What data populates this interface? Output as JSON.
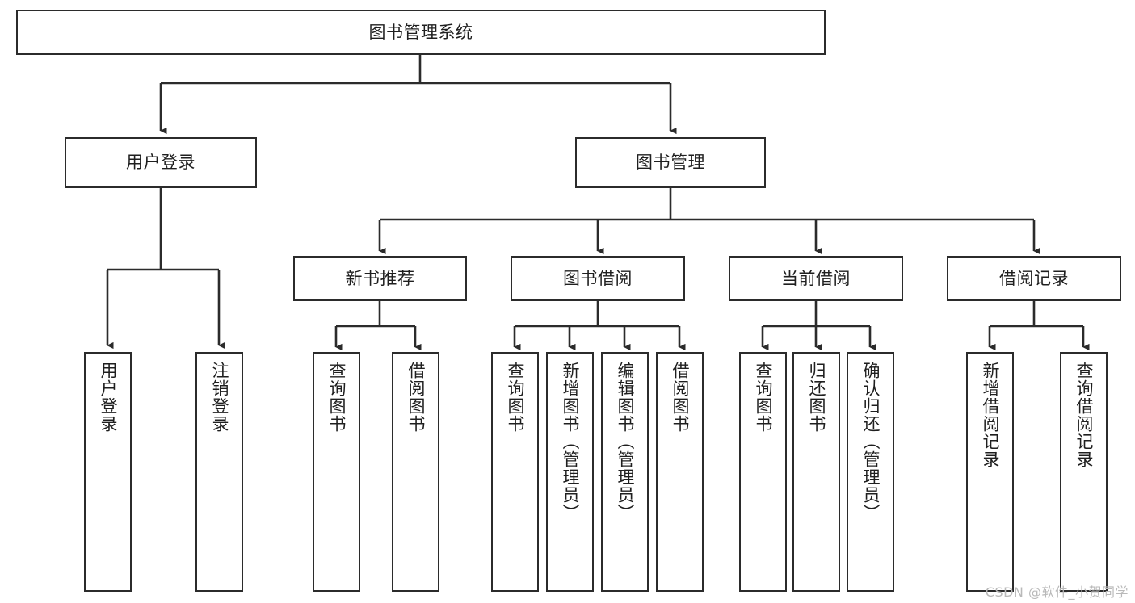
{
  "diagram": {
    "title": "图书管理系统",
    "type": "tree",
    "watermark": "CSDN @软件_小贺同学",
    "colors": {
      "box_border": "#2b2b2b",
      "box_fill": "#ffffff",
      "edge": "#2b2b2b",
      "text": "#1f1f1f",
      "watermark": "#b9b9b9",
      "background": "#ffffff"
    },
    "levels": {
      "root": "图书管理系统",
      "level2": [
        "用户登录",
        "图书管理"
      ],
      "level3": [
        "新书推荐",
        "图书借阅",
        "当前借阅",
        "借阅记录"
      ]
    },
    "nodes": {
      "root": {
        "label": "图书管理系统"
      },
      "user_login": {
        "label": "用户登录"
      },
      "book_manage": {
        "label": "图书管理"
      },
      "new_book_rec": {
        "label": "新书推荐"
      },
      "book_borrow": {
        "label": "图书借阅"
      },
      "current_borrow": {
        "label": "当前借阅"
      },
      "borrow_record": {
        "label": "借阅记录"
      },
      "leaf_user_login": {
        "label": "用户登录"
      },
      "leaf_logout": {
        "label": "注销登录"
      },
      "leaf_query_book_1": {
        "label": "查询图书"
      },
      "leaf_borrow_book_1": {
        "label": "借阅图书"
      },
      "leaf_query_book_2": {
        "label": "查询图书"
      },
      "leaf_add_book": {
        "label": "新增图书（管理员）"
      },
      "leaf_edit_book": {
        "label": "编辑图书（管理员）"
      },
      "leaf_borrow_book_2": {
        "label": "借阅图书"
      },
      "leaf_query_book_3": {
        "label": "查询图书"
      },
      "leaf_return_book": {
        "label": "归还图书"
      },
      "leaf_confirm_return": {
        "label": "确认归还（管理员）"
      },
      "leaf_add_record": {
        "label": "新增借阅记录"
      },
      "leaf_query_record": {
        "label": "查询借阅记录"
      }
    },
    "edges": [
      {
        "from": "root",
        "to": "user_login"
      },
      {
        "from": "root",
        "to": "book_manage"
      },
      {
        "from": "user_login",
        "to": "leaf_user_login"
      },
      {
        "from": "user_login",
        "to": "leaf_logout"
      },
      {
        "from": "book_manage",
        "to": "new_book_rec"
      },
      {
        "from": "book_manage",
        "to": "book_borrow"
      },
      {
        "from": "book_manage",
        "to": "current_borrow"
      },
      {
        "from": "book_manage",
        "to": "borrow_record"
      },
      {
        "from": "new_book_rec",
        "to": "leaf_query_book_1"
      },
      {
        "from": "new_book_rec",
        "to": "leaf_borrow_book_1"
      },
      {
        "from": "book_borrow",
        "to": "leaf_query_book_2"
      },
      {
        "from": "book_borrow",
        "to": "leaf_add_book"
      },
      {
        "from": "book_borrow",
        "to": "leaf_edit_book"
      },
      {
        "from": "book_borrow",
        "to": "leaf_borrow_book_2"
      },
      {
        "from": "current_borrow",
        "to": "leaf_query_book_3"
      },
      {
        "from": "current_borrow",
        "to": "leaf_return_book"
      },
      {
        "from": "current_borrow",
        "to": "leaf_confirm_return"
      },
      {
        "from": "borrow_record",
        "to": "leaf_add_record"
      },
      {
        "from": "borrow_record",
        "to": "leaf_query_record"
      }
    ]
  }
}
